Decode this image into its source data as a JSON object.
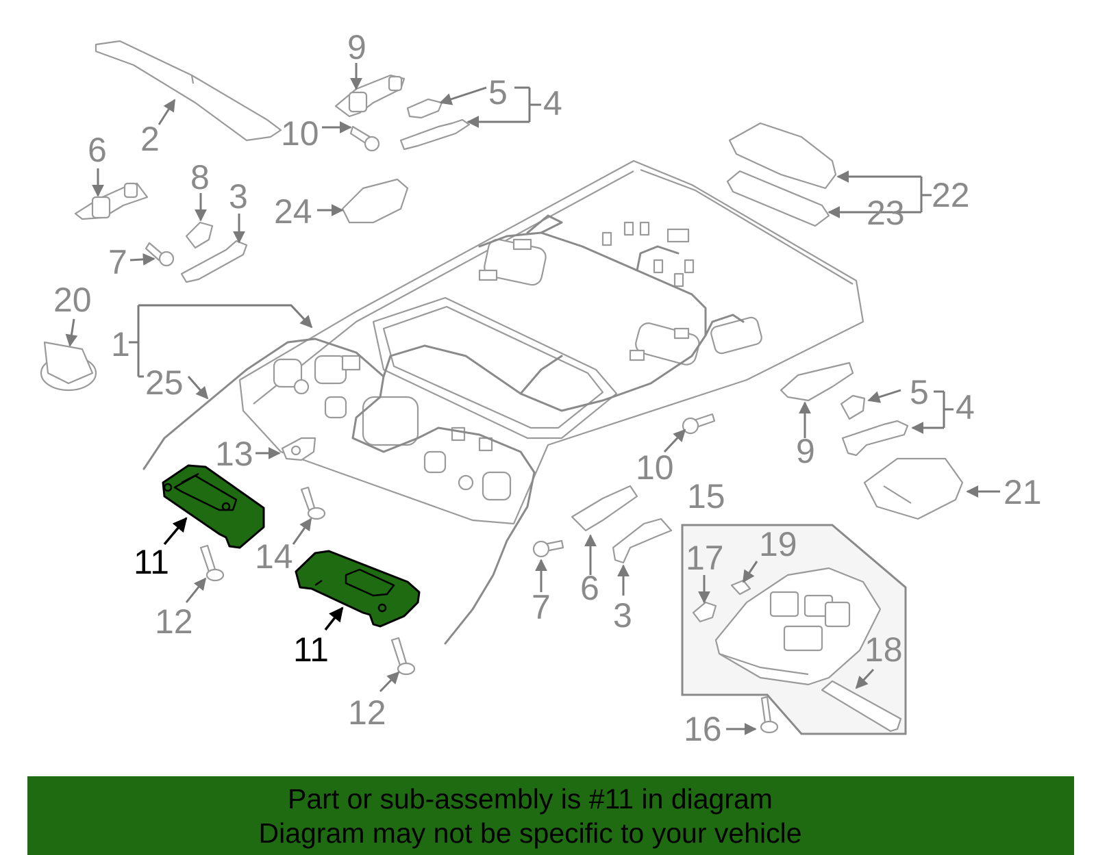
{
  "callouts": {
    "c1": "1",
    "c2": "2",
    "c3a": "3",
    "c3b": "3",
    "c4a": "4",
    "c4b": "4",
    "c5a": "5",
    "c5b": "5",
    "c6a": "6",
    "c6b": "6",
    "c7a": "7",
    "c7b": "7",
    "c8": "8",
    "c9a": "9",
    "c9b": "9",
    "c10a": "10",
    "c10b": "10",
    "c11a": "11",
    "c11b": "11",
    "c12a": "12",
    "c12b": "12",
    "c13": "13",
    "c14": "14",
    "c15": "15",
    "c16": "16",
    "c17": "17",
    "c18": "18",
    "c19": "19",
    "c20": "20",
    "c21": "21",
    "c22": "22",
    "c23": "23",
    "c24": "24",
    "c25": "25"
  },
  "highlight": {
    "part_number": "11",
    "color": "#1f6b12"
  },
  "footer": {
    "line1": "Part or sub-assembly is #11 in diagram",
    "line2": "Diagram may not be specific to your vehicle"
  }
}
